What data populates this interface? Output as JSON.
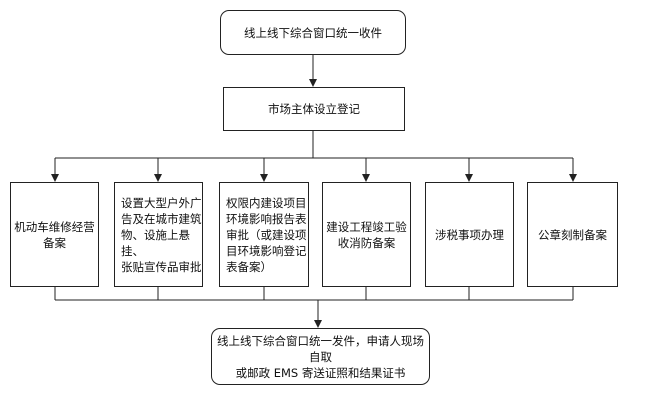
{
  "flow": {
    "start": "线上线下综合窗口统一收件",
    "registration": "市场主体设立登记",
    "items": [
      {
        "label": "机动车维修经营\n备案"
      },
      {
        "label": "设置大型户外广\n告及在城市建筑\n物、设施上悬挂、\n张贴宣传品审批"
      },
      {
        "label": "权限内建设项目\n环境影响报告表\n审批（或建设项\n目环境影响登记\n表备案）"
      },
      {
        "label": "建设工程竣工验\n收消防备案"
      },
      {
        "label": "涉税事项办理"
      },
      {
        "label": "公章刻制备案"
      }
    ],
    "end": "线上线下综合窗口统一发件，申请人现场自取\n或邮政 EMS 寄送证照和结果证书"
  }
}
